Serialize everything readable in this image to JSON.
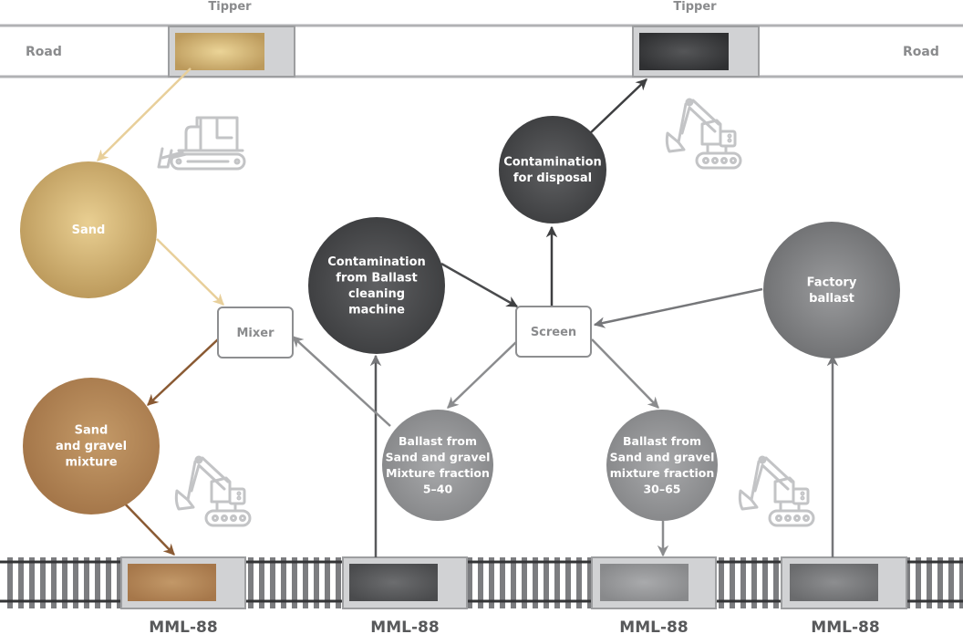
{
  "road": {
    "label_left": "Road",
    "label_right": "Road",
    "tipper_left_label": "Tipper",
    "tipper_right_label": "Tipper"
  },
  "nodes": {
    "sand": {
      "lines": [
        "Sand"
      ]
    },
    "sand_gravel": {
      "lines": [
        "Sand",
        "and gravel",
        "mixture"
      ]
    },
    "contam_machine": {
      "lines": [
        "Contamination",
        "from Ballast",
        "cleaning",
        "machine"
      ]
    },
    "contam_disposal": {
      "lines": [
        "Contamination",
        "for disposal"
      ]
    },
    "factory_ballast": {
      "lines": [
        "Factory",
        "ballast"
      ]
    },
    "ballast_5_40": {
      "lines": [
        "Ballast from",
        "Sand and gravel",
        "Mixture fraction",
        "5–40"
      ]
    },
    "ballast_30_65": {
      "lines": [
        "Ballast from",
        "Sand and gravel",
        "mixture fraction",
        "30–65"
      ]
    },
    "mixer": {
      "label": "Mixer"
    },
    "screen": {
      "label": "Screen"
    }
  },
  "wagons": [
    "MML-88",
    "MML-88",
    "MML-88",
    "MML-88"
  ],
  "icons": [
    "bulldozer-icon",
    "excavator-icon",
    "excavator-icon",
    "excavator-icon"
  ],
  "colors": {
    "sand": "#c9a86a",
    "sand_gravel": "#a8794a",
    "dark": "#4d4e50",
    "mid": "#7b7c7e",
    "light": "#929395",
    "sand_arrow": "#e8cf9a",
    "brown_arrow": "#8a5a33"
  }
}
